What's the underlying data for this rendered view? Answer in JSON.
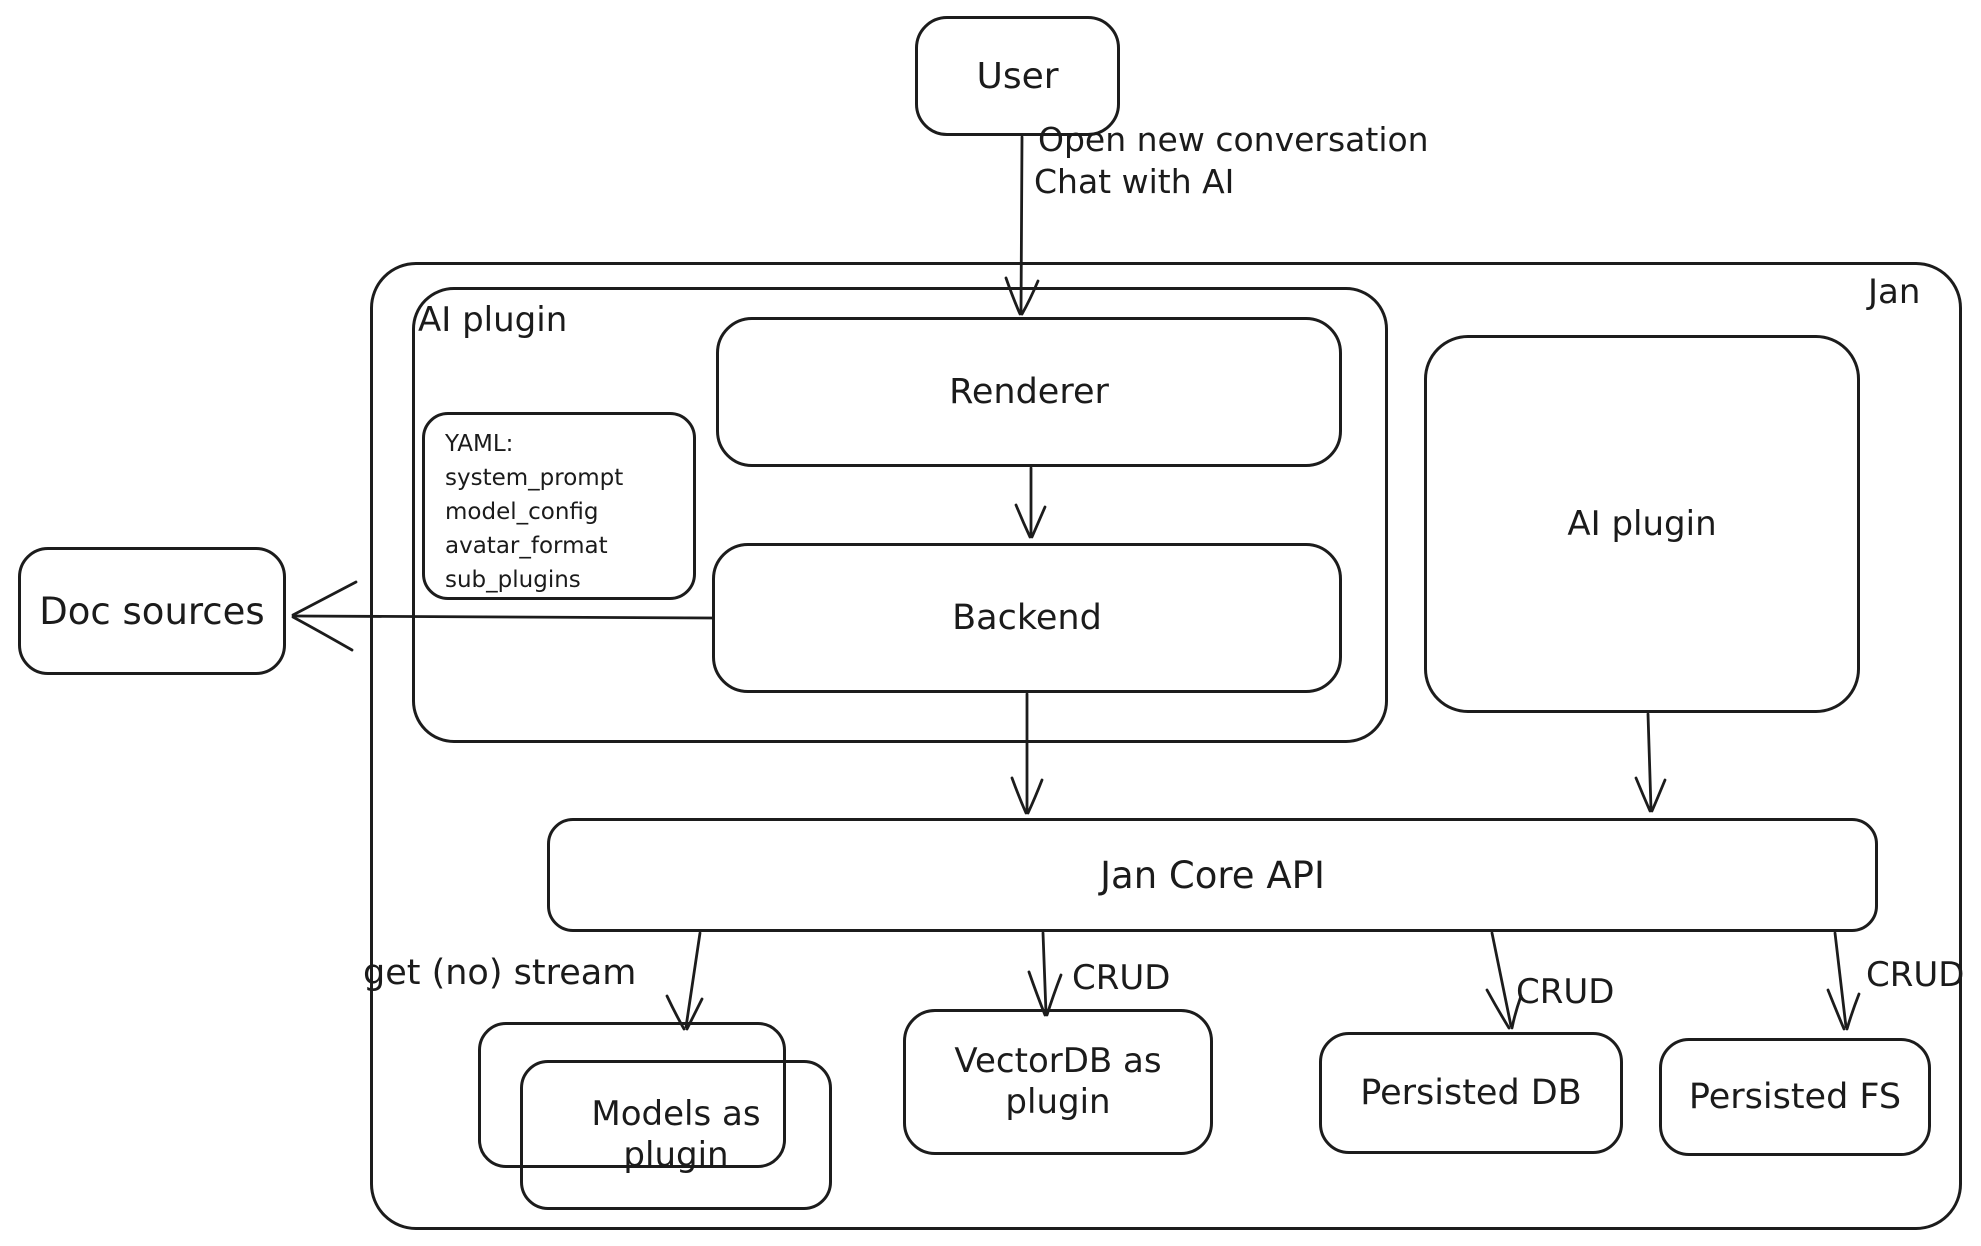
{
  "diagram": {
    "user_label": "User",
    "user_arrow": {
      "line1": "Open new conversation",
      "line2": "Chat with AI"
    },
    "jan_label": "Jan",
    "left_plugin": {
      "label": "AI plugin",
      "renderer": "Renderer",
      "backend": "Backend",
      "yaml": {
        "title": "YAML:",
        "lines": [
          "system_prompt",
          "model_config",
          "avatar_format",
          "sub_plugins"
        ]
      }
    },
    "right_plugin": {
      "label": "AI plugin"
    },
    "doc_sources": "Doc sources",
    "core_api": "Jan Core API",
    "edges": {
      "get_no_stream": "get (no) stream",
      "crud_vectordb": "CRUD",
      "crud_persisted_db": "CRUD",
      "crud_persisted_fs": "CRUD"
    },
    "bottom": {
      "models": {
        "line1": "Models as",
        "line2": "plugin"
      },
      "vectordb": {
        "line1": "VectorDB as",
        "line2": "plugin"
      },
      "persisted_db": "Persisted DB",
      "persisted_fs": "Persisted FS"
    },
    "colors": {
      "ink": "#1b1b1b",
      "background": "#ffffff"
    }
  }
}
